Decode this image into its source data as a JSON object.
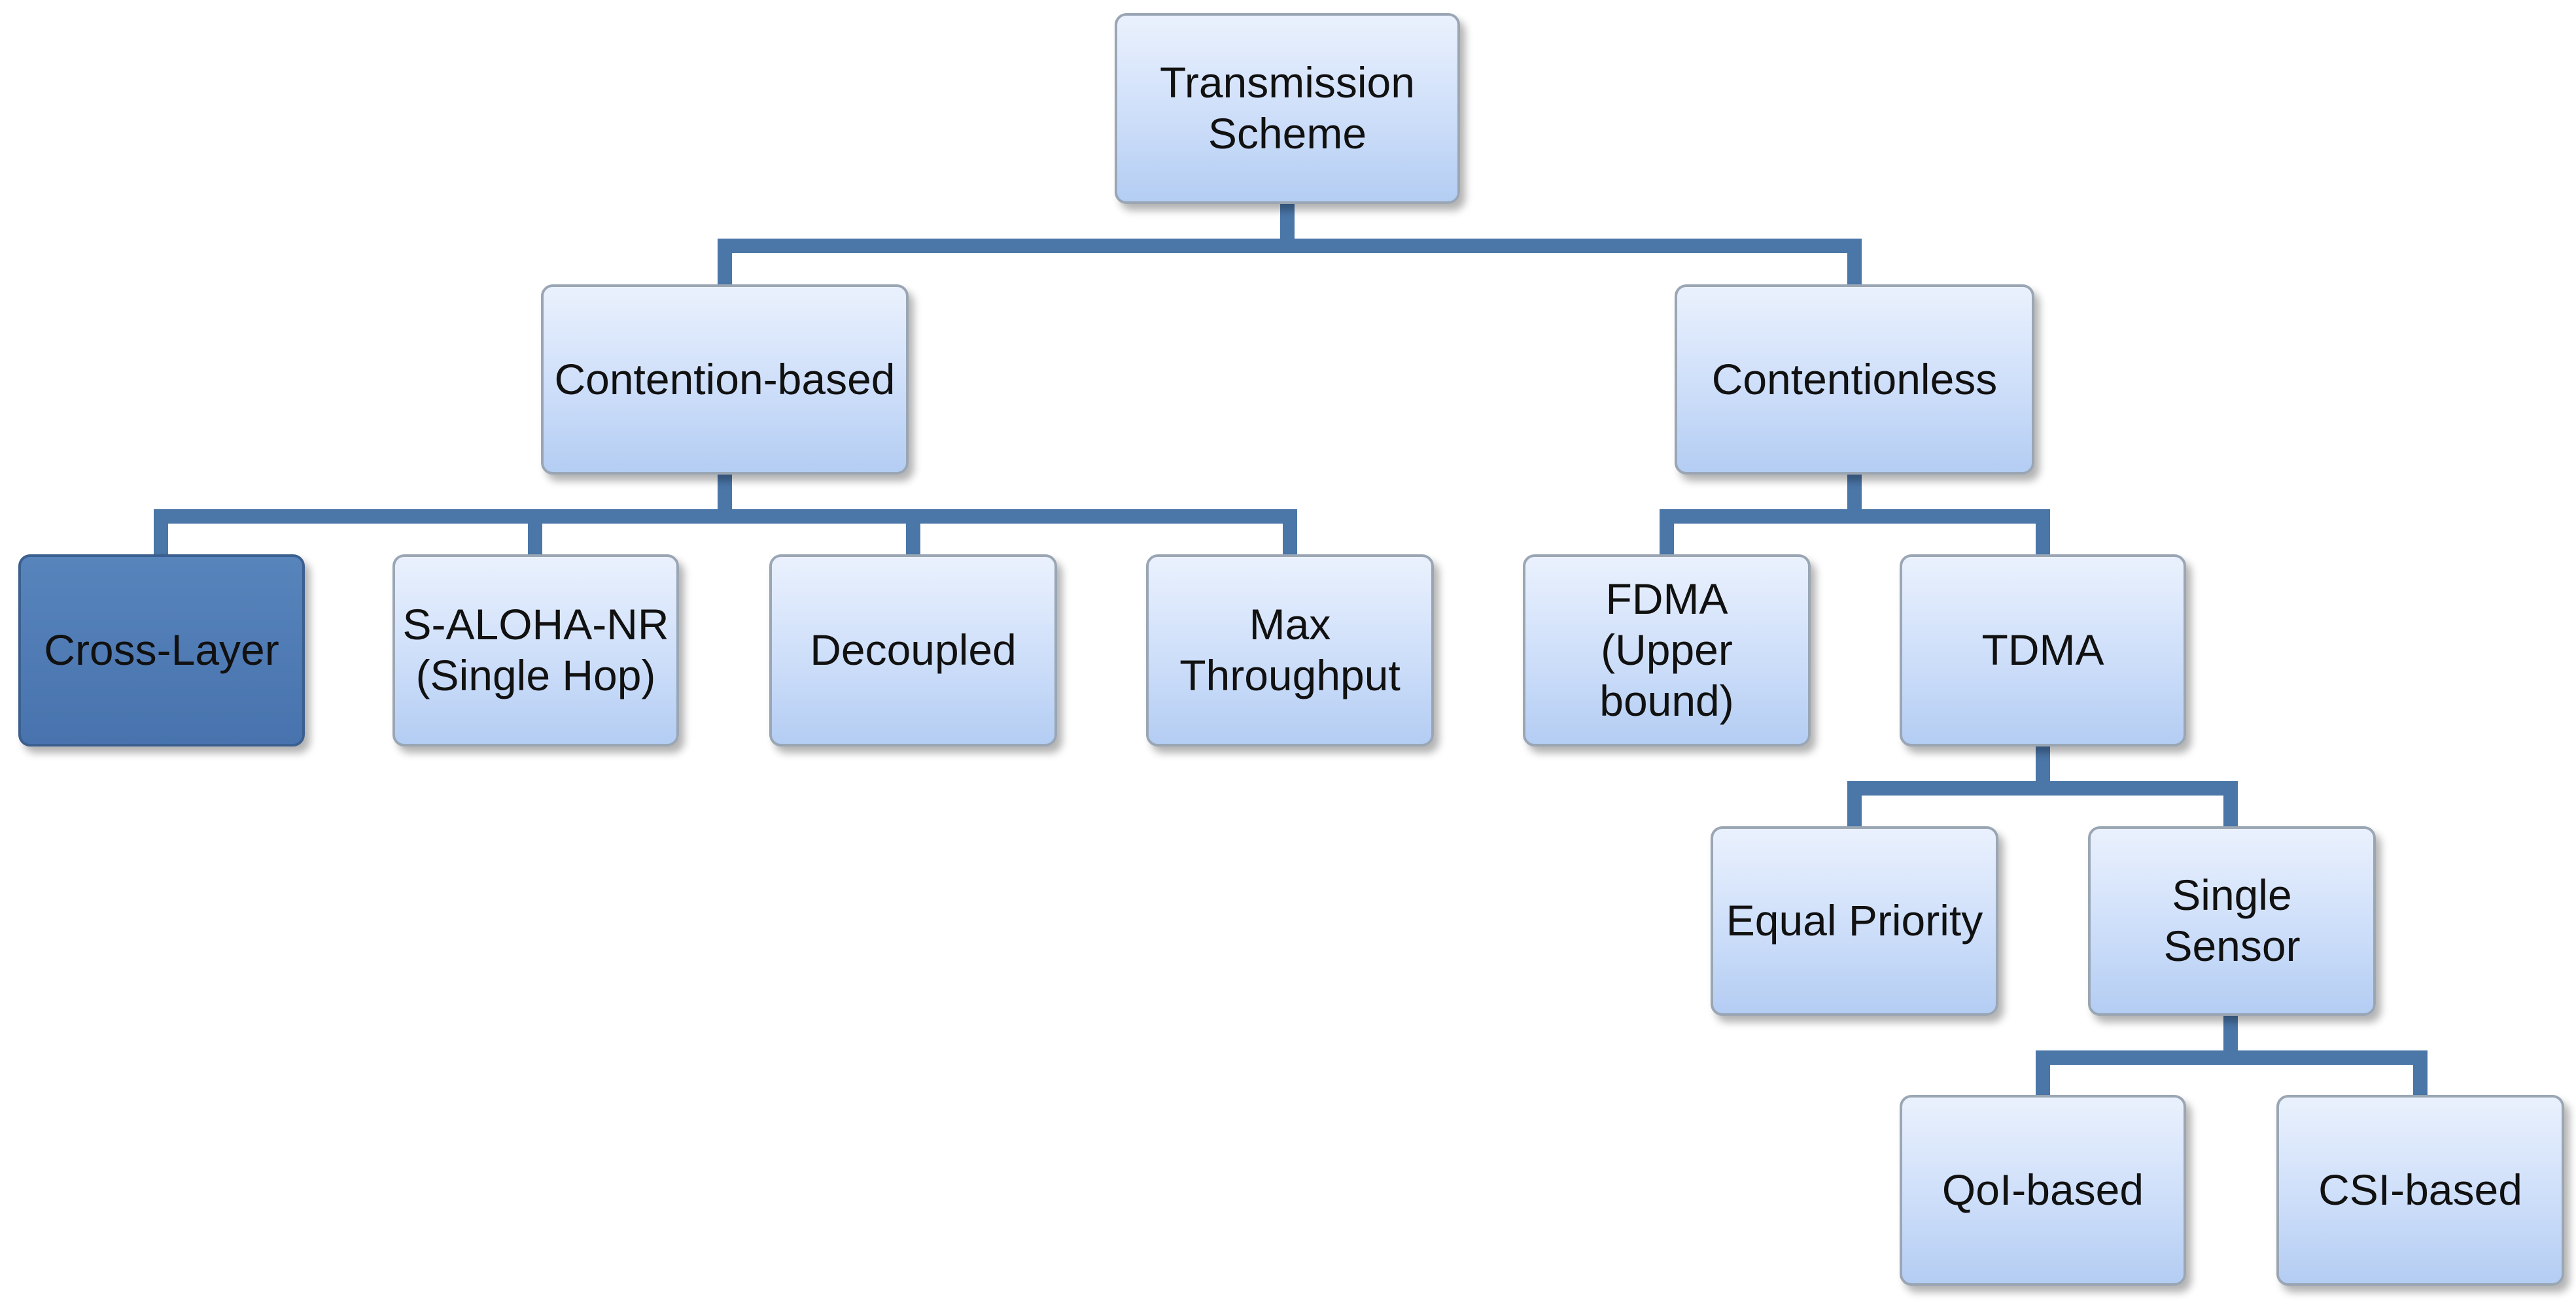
{
  "nodes": {
    "root": "Transmission\nScheme",
    "contention_based": "Contention-based",
    "contentionless": "Contentionless",
    "cross_layer": "Cross-Layer",
    "s_aloha_nr": "S-ALOHA-NR\n(Single Hop)",
    "decoupled": "Decoupled",
    "max_throughput": "Max\nThroughput",
    "fdma": "FDMA\n(Upper\nbound)",
    "tdma": "TDMA",
    "equal_priority": "Equal Priority",
    "single_sensor": "Single\nSensor",
    "qoi_based": "QoI-based",
    "csi_based": "CSI-based"
  },
  "highlighted_node": "cross_layer",
  "colors": {
    "connector": "#4a76a8",
    "node_fill": "#cfdff9",
    "highlight_fill": "#4f7bb5"
  }
}
